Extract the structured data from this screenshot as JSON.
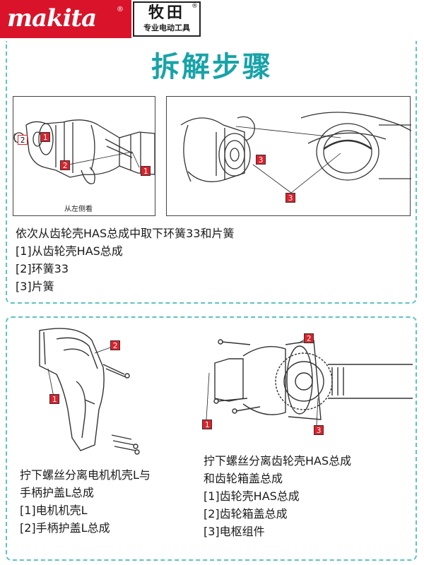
{
  "brand": {
    "logo": "makita",
    "reg": "®",
    "cn_name": "牧田",
    "cn_reg": "®",
    "cn_tagline": "专业电动工具"
  },
  "title": "拆解步骤",
  "step1": {
    "fig1_caption": "从左侧看",
    "fig1_tags": [
      "2",
      "1",
      "2",
      "1"
    ],
    "fig2_tags": [
      "3",
      "3"
    ],
    "lines": [
      "依次从齿轮壳HAS总成中取下环簧33和片簧",
      "[1]从齿轮壳HAS总成",
      "[2]环簧33",
      "[3]片簧"
    ]
  },
  "step2": {
    "fig_tags": [
      "2",
      "1"
    ],
    "lines": [
      "拧下螺丝分离电机机壳L与",
      "手柄护盖L总成",
      "[1]电机机壳L",
      "[2]手柄护盖L总成"
    ]
  },
  "step3": {
    "fig_tags": [
      "2",
      "1",
      "3"
    ],
    "lines": [
      "拧下螺丝分离齿轮壳HAS总成",
      "和齿轮箱盖总成",
      "[1]齿轮壳HAS总成",
      "[2]齿轮箱盖总成",
      "[3]电枢组件"
    ]
  },
  "colors": {
    "brand_red": "#d9142a",
    "title_teal": "#18a3a8",
    "dash_border": "#5ec3c3",
    "tag_red": "#e0202a"
  }
}
